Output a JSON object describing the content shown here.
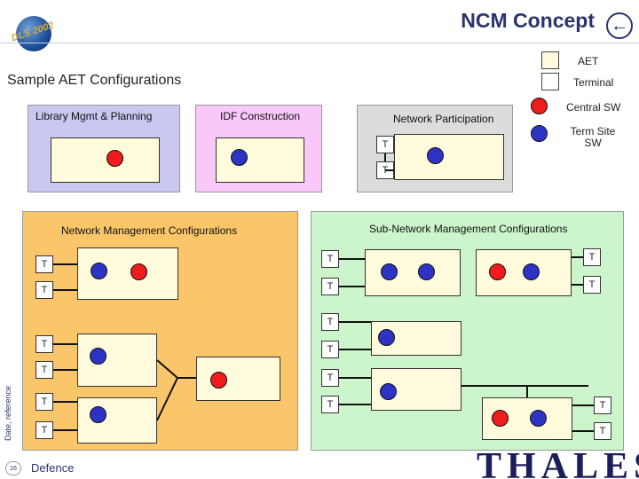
{
  "header": {
    "title": "NCM Concept",
    "logo_text": "DLS 2002",
    "subtitle": "Sample AET Configurations"
  },
  "legend": {
    "aet": "AET",
    "terminal": "Terminal",
    "central_sw": "Central SW",
    "term_site_sw": "Term Site\nSW"
  },
  "panels": {
    "library": "Library Mgmt & Planning",
    "idf": "IDF Construction",
    "network_participation": "Network Participation",
    "network_mgmt": "Network Management Configurations",
    "subnetwork_mgmt": "Sub-Network Management Configurations"
  },
  "terminal_label": "T",
  "footer": {
    "side_text": "Date, reference",
    "page_number": "16",
    "section": "Defence",
    "brand": "THALES"
  },
  "colors": {
    "central_sw": "#ee1c1c",
    "term_site_sw": "#2d33c5",
    "library_panel": "#c8c8f0",
    "idf_panel": "#f8c8f8",
    "np_panel": "#dcdcdc",
    "network_mgmt_panel": "#fbc56a",
    "subnetwork_panel": "#ccf5cc",
    "aet_box": "#fffbdc"
  }
}
